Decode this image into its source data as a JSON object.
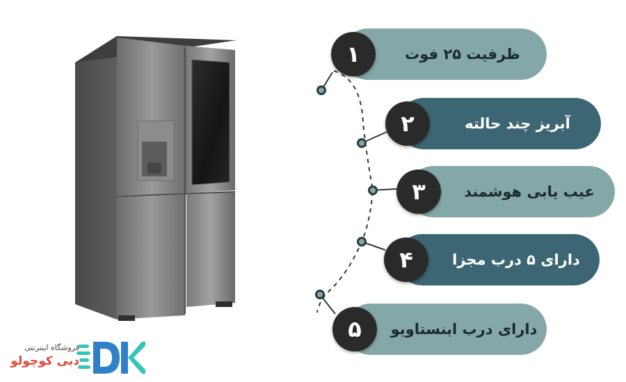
{
  "features": [
    {
      "number": "۱",
      "label": "ظرفیت ۲۵ فوت"
    },
    {
      "number": "۲",
      "label": "آبریز چند حالته"
    },
    {
      "number": "۳",
      "label": "عیب یابی هوشمند"
    },
    {
      "number": "۴",
      "label": "دارای ۵ درب مجزا"
    },
    {
      "number": "۵",
      "label": "دارای درب اینستاویو"
    }
  ],
  "brand": {
    "line1": "فروشگاه اینترنتی",
    "line2": "دبی کوچولو",
    "logo_letters": "DK"
  },
  "colors": {
    "pill_light": "#84a8a8",
    "pill_dark": "#3d6674",
    "number_circle": "#2a2a2a",
    "brand_red": "#e0463a",
    "logo_blue": "#2f80c9",
    "logo_teal": "#35c5b8"
  }
}
